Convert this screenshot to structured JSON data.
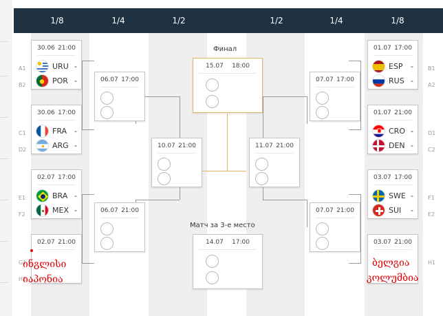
{
  "rounds": [
    "1/8",
    "1/4",
    "1/2",
    "1/2",
    "1/4",
    "1/8"
  ],
  "labels": {
    "final": "Финал",
    "third": "Матч за 3-е место"
  },
  "seeds": {
    "A1": "A1",
    "B2": "B2",
    "C1": "C1",
    "D2": "D2",
    "E1": "E1",
    "F2": "F2",
    "G1": "G1",
    "H2": "H2",
    "B1": "B1",
    "A2": "A2",
    "D1": "D1",
    "C2": "C2",
    "F1": "F1",
    "E2": "E2",
    "H1": "H1"
  },
  "matches": {
    "r16_1": {
      "date": "30.06",
      "time": "21:00",
      "t1": "URU",
      "t2": "POR"
    },
    "r16_2": {
      "date": "30.06",
      "time": "17:00",
      "t1": "FRA",
      "t2": "ARG"
    },
    "r16_3": {
      "date": "02.07",
      "time": "17:00",
      "t1": "BRA",
      "t2": "MEX"
    },
    "r16_4": {
      "date": "02.07",
      "time": "21:00"
    },
    "r16_5": {
      "date": "01.07",
      "time": "17:00",
      "t1": "ESP",
      "t2": "RUS"
    },
    "r16_6": {
      "date": "01.07",
      "time": "21:00",
      "t1": "CRO",
      "t2": "DEN"
    },
    "r16_7": {
      "date": "03.07",
      "time": "17:00",
      "t1": "SWE",
      "t2": "SUI"
    },
    "r16_8": {
      "date": "03.07",
      "time": "21:00"
    },
    "qf_1": {
      "date": "06.07",
      "time": "17:00"
    },
    "qf_2": {
      "date": "06.07",
      "time": "21:00"
    },
    "qf_3": {
      "date": "07.07",
      "time": "17:00"
    },
    "qf_4": {
      "date": "07.07",
      "time": "21:00"
    },
    "sf_1": {
      "date": "10.07",
      "time": "21:00"
    },
    "sf_2": {
      "date": "11.07",
      "time": "21:00"
    },
    "final": {
      "date": "15.07",
      "time": "18:00"
    },
    "third": {
      "date": "14.07",
      "time": "17:00"
    }
  },
  "handwriting": {
    "left_1": "ინგლისი",
    "left_2": "იაპონია",
    "right_1": "ბელგია",
    "right_2": "კოლუმბია"
  },
  "dash": "-",
  "colors": {
    "header": "#1f3242",
    "column": "#efefef",
    "final_border": "#e0b567",
    "ink": "#e00000"
  },
  "icons": {
    "URU": "uruguay-flag-icon",
    "POR": "portugal-flag-icon",
    "FRA": "france-flag-icon",
    "ARG": "argentina-flag-icon",
    "BRA": "brazil-flag-icon",
    "MEX": "mexico-flag-icon",
    "ESP": "spain-flag-icon",
    "RUS": "russia-flag-icon",
    "CRO": "croatia-flag-icon",
    "DEN": "denmark-flag-icon",
    "SWE": "sweden-flag-icon",
    "SUI": "switzerland-flag-icon"
  }
}
